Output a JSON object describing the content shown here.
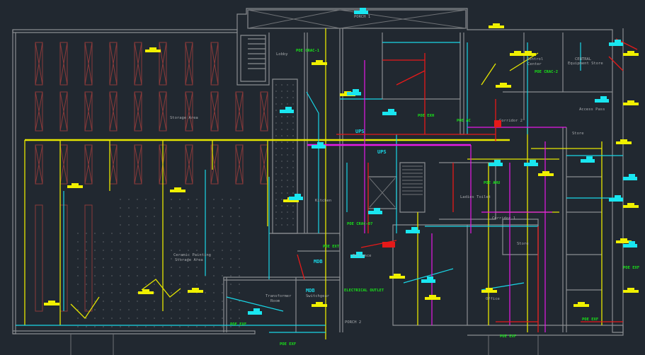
{
  "drawing": {
    "title": "Electrical / Systems Floor Plan",
    "colors": {
      "background": "#212830",
      "walls": "#8a8d90",
      "racks": "#8b3a3a",
      "yellow": "#e6e600",
      "cyan": "#19d6e6",
      "magenta": "#e619e6",
      "red": "#e61919",
      "green": "#19e619"
    },
    "rooms": {
      "porch_1": "PORCH 1",
      "storage_area": "Storage Area",
      "ceramic_storage": "Ceramic Painting",
      "ceramic_storage_2": "Storage Area",
      "transformer_room": "Transformer",
      "transformer_room_2": "Room",
      "porch_2": "PORCH 2",
      "central_store": "CENTRAL",
      "central_store_2": "Equipment Store",
      "control_center": "Control",
      "control_center_2": "Center",
      "access_pass": "Access Pass",
      "store": "Store",
      "corridor_1": "Corridor 1",
      "corridor_2": "Corridor 2",
      "kitchen": "Kitchen",
      "entrance": "Entrance",
      "lobby": "Lobby",
      "ladies_toilet": "Ladies Toilet",
      "office": "Office",
      "mdb_room": "Switchgear",
      "storage_small": "Store"
    },
    "tags": {
      "poe_crac_1": "POE CRAC-1",
      "poe_crac_2": "POE CRAC-2",
      "poe_exf_1": "POE EXF",
      "poe_exf_2": "POE EXF",
      "poe_exf_3": "POE EXF",
      "poe_exf_4": "POE EXF",
      "poe_exf_5": "POE EXF",
      "poe_ext": "POE EXT",
      "poe_exh": "POE EXH",
      "poe_ahu": "POE AHU",
      "ups_1": "UPS",
      "ups_2": "UPS",
      "mdb": "MDB",
      "mdb_2": "MDB",
      "electrical_outlet": "ELECTRICAL OUTLET",
      "poe_crac_07": "POE CRAC-07",
      "poe_ac": "POE AC"
    }
  }
}
